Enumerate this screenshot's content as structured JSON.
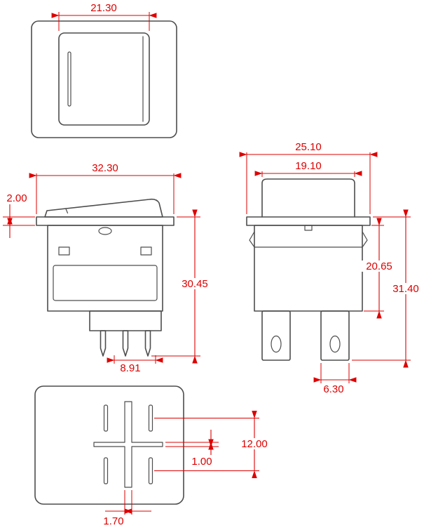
{
  "colors": {
    "dimension": "#dd0000",
    "outline": "#4d4d4d",
    "background": "#ffffff"
  },
  "dimensions": {
    "top_view_rocker_width": "21.30",
    "front_view_flange_width": "32.30",
    "front_view_flange_thickness": "2.00",
    "front_view_overall_height": "30.45",
    "front_view_pin_spacing": "8.91",
    "side_view_flange_width": "25.10",
    "side_view_rocker_width": "19.10",
    "side_view_body_height": "20.65",
    "side_view_overall_height": "31.40",
    "side_view_terminal_width": "6.30",
    "bottom_view_slot_spacing": "12.00",
    "bottom_view_rib_thickness": "1.00",
    "bottom_view_rib_width": "1.70"
  }
}
